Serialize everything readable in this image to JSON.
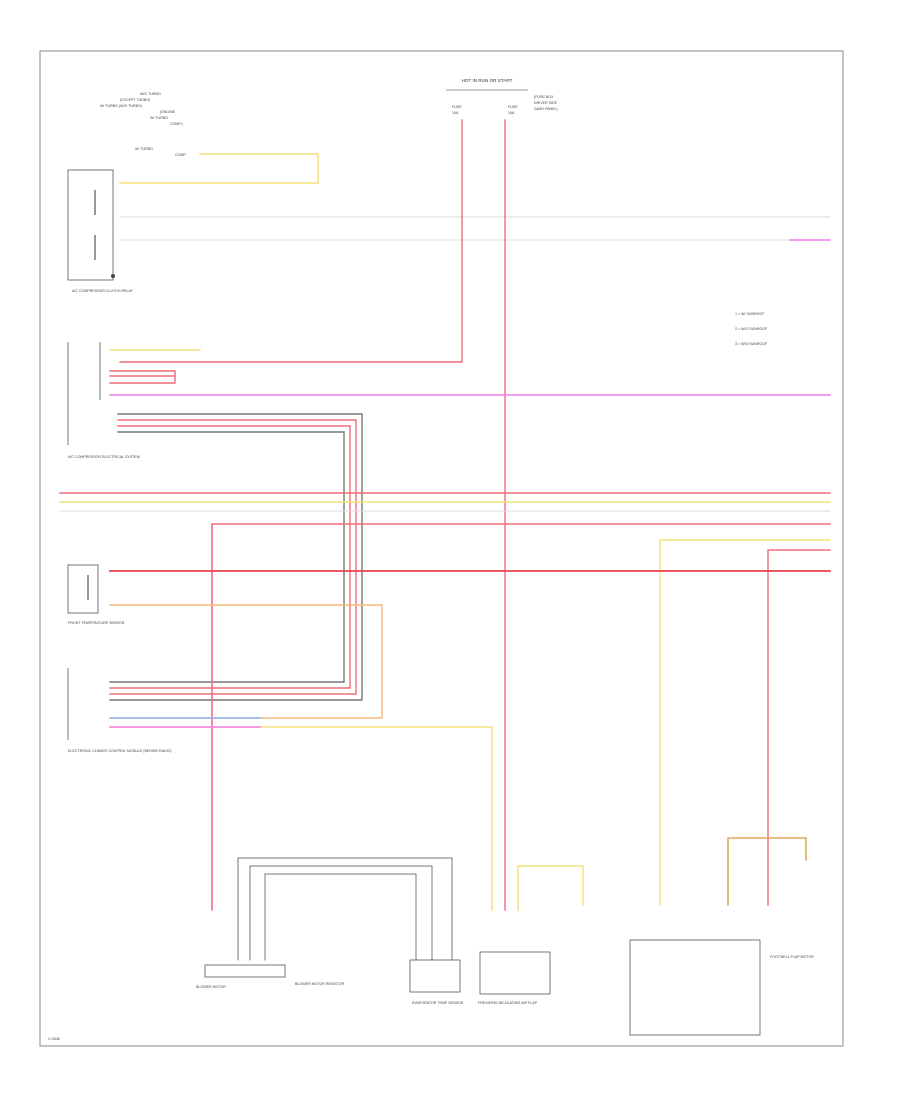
{
  "theme": {
    "border": "#8a8a8a",
    "wire_colors": {
      "red": "#f26d7d",
      "red_dark": "#e8414f",
      "yellow": "#f3e27a",
      "orange": "#f5b97a",
      "pink": "#f27aee",
      "blue": "#8ab4f8",
      "gray": "#777777",
      "light": "#dcdcdc",
      "dark": "#555555"
    }
  },
  "diagram": {
    "top_fuse_label": "HOT IN RUN OR START",
    "legend": [
      "1 = W/ SUNROOF",
      "2 = W/O SUNROOF",
      "3 = W/O SUNROOF"
    ],
    "components": {
      "antenna_amp": "A/C COMPRESSOR CLUTCH RELAY",
      "ac_compressor": "A/C COMPRESSOR ELECTRICAL SYSTEM",
      "front_temp_sensor": "FRONT TEMPERATURE SENSOR",
      "electronic_control": "ELECTRONIC CLIMATE CONTROL MODULE (BEHIND RADIO)",
      "blower_motor": "BLOWER MOTOR",
      "blower_resistor": "BLOWER MOTOR RESISTOR",
      "evap_temp_sensor": "EVAPORATOR TEMP SENSOR",
      "fresh_air_flap": "FRESH/RECIRCULATING AIR FLAP",
      "footwell_flap": "FOOTWELL FLAP MOTOR"
    },
    "page_ref": "C-9346"
  }
}
